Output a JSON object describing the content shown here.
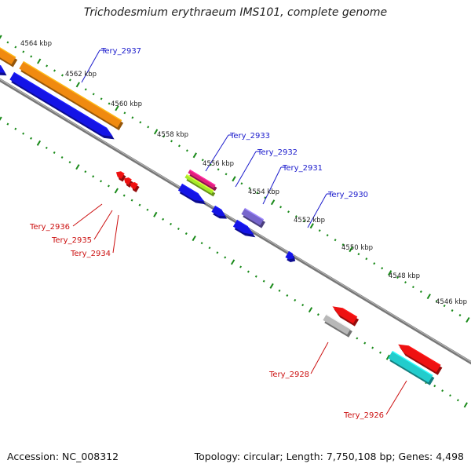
{
  "title": "Trichodesmium erythraeum IMS101, complete genome",
  "footer": {
    "accession_label": "Accession: NC_008312",
    "topology_label": "Topology: circular; Length: 7,750,108 bp; Genes: 4,498"
  },
  "colors": {
    "backbone": "#777777",
    "tick": "#1a8a1a",
    "label_forward": "#1a1acc",
    "label_reverse": "#cc1111",
    "orange": "#f08a10",
    "blue": "#1414e6",
    "red": "#ee1111",
    "gray": "#b8b8b8",
    "cyan": "#22cccc",
    "magenta": "#e0207a",
    "lime": "#a6ea2a",
    "lavender": "#7766cc"
  },
  "scale": {
    "unit": "kbp",
    "labels": [
      "4564 kbp",
      "4562 kbp",
      "4560 kbp",
      "4558 kbp",
      "4556 kbp",
      "4554 kbp",
      "4552 kbp",
      "4550 kbp",
      "4548 kbp",
      "4546 kbp"
    ]
  },
  "gene_labels": {
    "forward": [
      "Tery_2937",
      "Tery_2933",
      "Tery_2932",
      "Tery_2931",
      "Tery_2930"
    ],
    "reverse": [
      "Tery_2936",
      "Tery_2935",
      "Tery_2934",
      "Tery_2928",
      "Tery_2926"
    ]
  },
  "features": [
    {
      "name": "orange-cds-1",
      "color": "orange"
    },
    {
      "name": "orange-cds-2",
      "color": "orange"
    },
    {
      "name": "blue-cds-1",
      "color": "blue"
    },
    {
      "name": "blue-cds-2",
      "color": "blue"
    },
    {
      "name": "magenta-cds",
      "color": "magenta"
    },
    {
      "name": "lime-cds",
      "color": "lime"
    },
    {
      "name": "blue-cds-3",
      "color": "blue"
    },
    {
      "name": "blue-cds-4",
      "color": "blue"
    },
    {
      "name": "lavender-cds",
      "color": "lavender"
    },
    {
      "name": "blue-cds-5",
      "color": "blue"
    },
    {
      "name": "blue-cds-6",
      "color": "blue"
    },
    {
      "name": "red-cds-1",
      "color": "red"
    },
    {
      "name": "red-cds-2",
      "color": "red"
    },
    {
      "name": "red-cds-3",
      "color": "red"
    },
    {
      "name": "red-cds-4",
      "color": "red"
    },
    {
      "name": "gray-cds",
      "color": "gray"
    },
    {
      "name": "red-cds-5",
      "color": "red"
    },
    {
      "name": "cyan-cds",
      "color": "cyan"
    }
  ]
}
